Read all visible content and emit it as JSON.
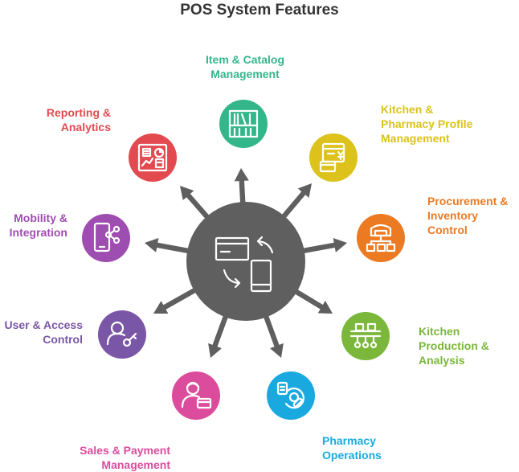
{
  "title": "POS System Features",
  "hub": {
    "color": "#5f5f5f",
    "icon": "pos-terminal-icon"
  },
  "features": [
    {
      "label": "Item & Catalog\nManagement",
      "color": "#34b68b",
      "icon": "bookshelf-icon"
    },
    {
      "label": "Kitchen &\nPharmacy Profile\nManagement",
      "color": "#dcc21a",
      "icon": "recipe-profile-icon"
    },
    {
      "label": "Procurement &\nInventory\nControl",
      "color": "#eb7a23",
      "icon": "warehouse-icon"
    },
    {
      "label": "Kitchen\nProduction &\nAnalysis",
      "color": "#7ab73a",
      "icon": "production-line-icon"
    },
    {
      "label": "Pharmacy\nOperations",
      "color": "#1aa9df",
      "icon": "pharmacist-icon"
    },
    {
      "label": "Sales & Payment\nManagement",
      "color": "#dc4c9c",
      "icon": "cashier-icon"
    },
    {
      "label": "User & Access\nControl",
      "color": "#7a56a6",
      "icon": "user-key-icon"
    },
    {
      "label": "Mobility &\nIntegration",
      "color": "#9e4db0",
      "icon": "mobile-share-icon"
    },
    {
      "label": "Reporting &\nAnalytics",
      "color": "#e24a4f",
      "icon": "dashboard-report-icon"
    }
  ]
}
